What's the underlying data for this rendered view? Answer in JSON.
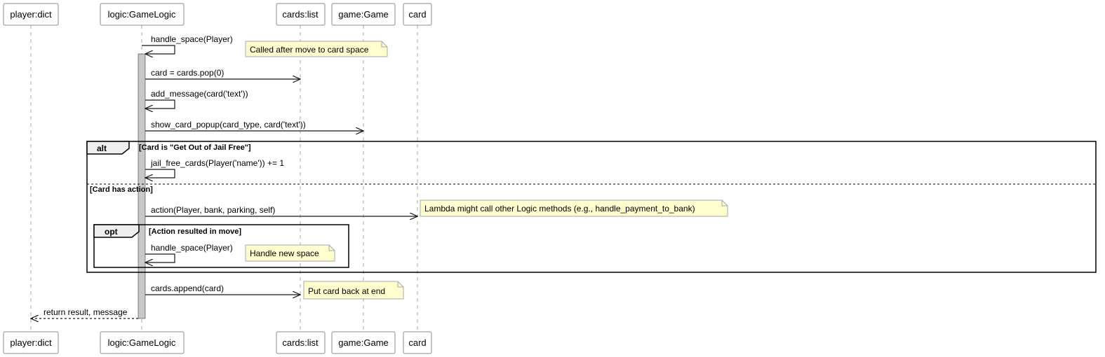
{
  "participants": [
    {
      "id": "player",
      "label": "player:dict"
    },
    {
      "id": "logic",
      "label": "logic:GameLogic"
    },
    {
      "id": "cards",
      "label": "cards:list"
    },
    {
      "id": "game",
      "label": "game:Game"
    },
    {
      "id": "card",
      "label": "card"
    }
  ],
  "messages": [
    {
      "id": "m1",
      "from": "logic",
      "to": "logic",
      "label": "handle_space(Player)",
      "style": "solid"
    },
    {
      "id": "m2",
      "from": "logic",
      "to": "cards",
      "label": "card = cards.pop(0)",
      "style": "solid"
    },
    {
      "id": "m3",
      "from": "logic",
      "to": "logic",
      "label": "add_message(card('text'))",
      "style": "solid"
    },
    {
      "id": "m4",
      "from": "logic",
      "to": "game",
      "label": "show_card_popup(card_type, card('text'))",
      "style": "solid"
    },
    {
      "id": "m5",
      "from": "logic",
      "to": "logic",
      "label": "jail_free_cards(Player('name')) += 1",
      "style": "solid"
    },
    {
      "id": "m6",
      "from": "logic",
      "to": "card",
      "label": "action(Player, bank, parking, self)",
      "style": "solid"
    },
    {
      "id": "m7",
      "from": "logic",
      "to": "logic",
      "label": "handle_space(Player)",
      "style": "solid"
    },
    {
      "id": "m8",
      "from": "logic",
      "to": "cards",
      "label": "cards.append(card)",
      "style": "solid"
    },
    {
      "id": "m9",
      "from": "logic",
      "to": "player",
      "label": "return result, message",
      "style": "dashed"
    }
  ],
  "notes": [
    {
      "id": "n1",
      "text": "Called after move to card space"
    },
    {
      "id": "n2",
      "text": "Lambda might call other Logic methods (e.g., handle_payment_to_bank)"
    },
    {
      "id": "n3",
      "text": "Handle new space"
    },
    {
      "id": "n4",
      "text": "Put card back at end"
    }
  ],
  "fragments": [
    {
      "id": "alt",
      "keyword": "alt",
      "guard": "[Card is \"Get Out of Jail Free\"]",
      "else_guard": "[Card has action]"
    },
    {
      "id": "opt",
      "keyword": "opt",
      "guard": "[Action resulted in move]"
    }
  ],
  "colors": {
    "note_fill": "#fefece",
    "note_stroke": "#a8a8a8",
    "activation_fill": "#c8c8c8",
    "lifeline": "#a8a8a8",
    "participant_fill": "#ffffff",
    "participant_stroke": "#8c8c8c",
    "frame_tab_fill": "#eeeeee"
  }
}
